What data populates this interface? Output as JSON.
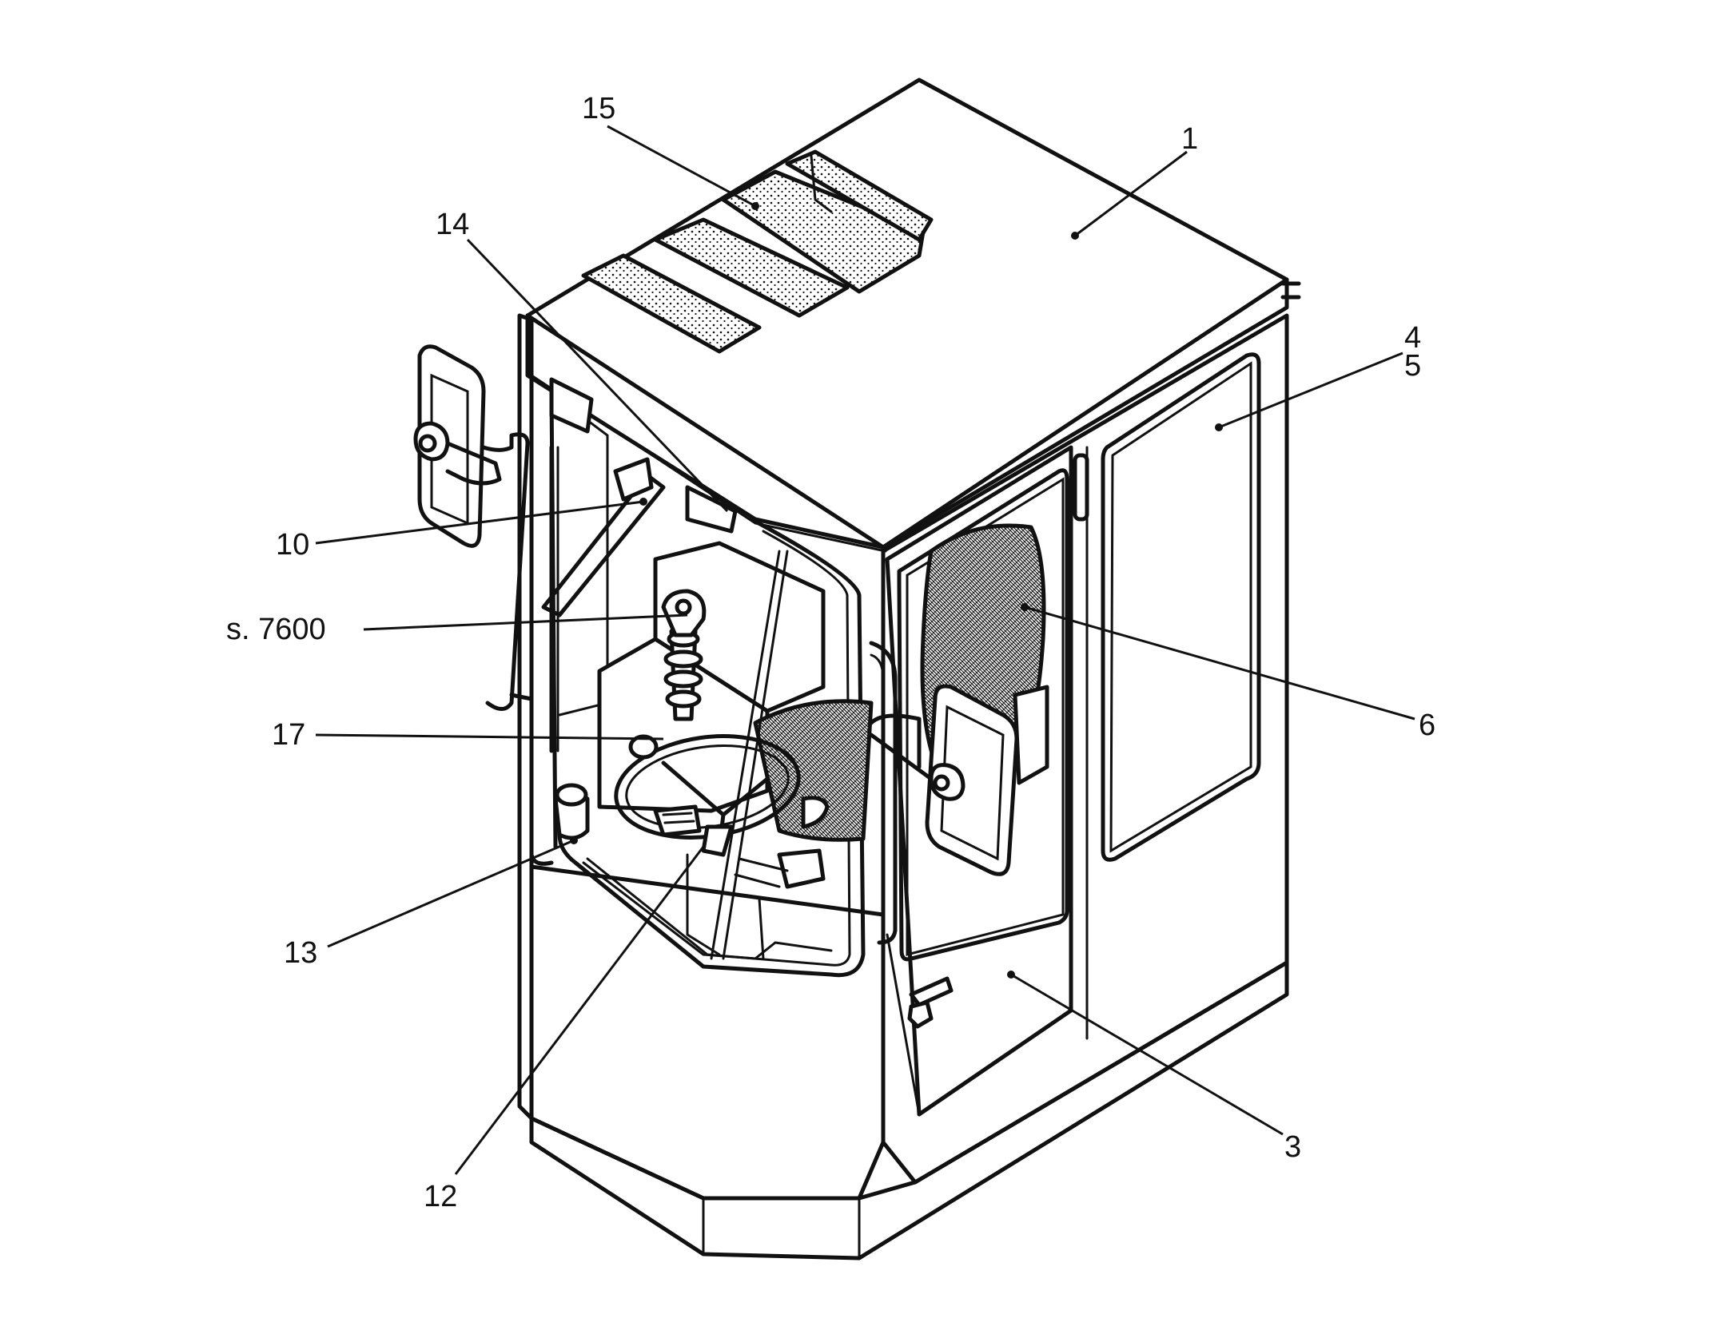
{
  "callouts": [
    {
      "id": "c15",
      "text": "15"
    },
    {
      "id": "c1",
      "text": "1"
    },
    {
      "id": "c14",
      "text": "14"
    },
    {
      "id": "c4",
      "text": "4"
    },
    {
      "id": "c5",
      "text": "5"
    },
    {
      "id": "c10",
      "text": "10"
    },
    {
      "id": "cs",
      "text": "s. 7600"
    },
    {
      "id": "c6",
      "text": "6"
    },
    {
      "id": "c17",
      "text": "17"
    },
    {
      "id": "c13",
      "text": "13"
    },
    {
      "id": "c3",
      "text": "3"
    },
    {
      "id": "c12",
      "text": "12"
    }
  ],
  "colors": {
    "line": "#111111",
    "background": "#ffffff",
    "panel_stipple": "#111111"
  }
}
